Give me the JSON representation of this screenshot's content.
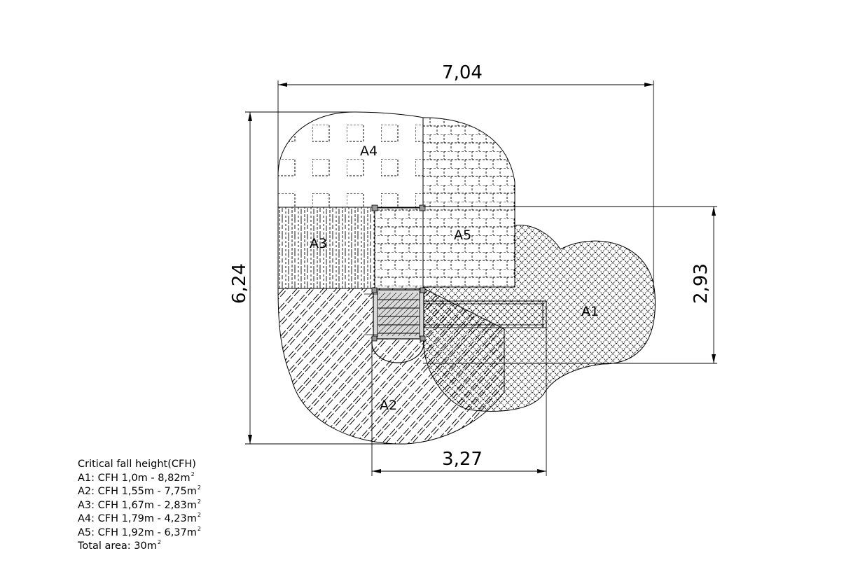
{
  "dimensions": {
    "overall_width": "7,04",
    "overall_depth": "6,24",
    "slide_zone_depth": "2,93",
    "slide_zone_width": "3,27"
  },
  "zones": [
    {
      "id": "A1",
      "label": "A1",
      "pattern": "crosshatch"
    },
    {
      "id": "A2",
      "label": "A2",
      "pattern": "diagonal-dashed"
    },
    {
      "id": "A3",
      "label": "A3",
      "pattern": "vertical-dashed"
    },
    {
      "id": "A4",
      "label": "A4",
      "pattern": "dashed-squares"
    },
    {
      "id": "A5",
      "label": "A5",
      "pattern": "brick"
    }
  ],
  "legend": {
    "title": "Critical fall height(CFH)",
    "rows": [
      {
        "text": "A1: CFH 1,0m - 8,82m",
        "unit_sup": "2"
      },
      {
        "text": "A2: CFH 1,55m - 7,75m",
        "unit_sup": "2"
      },
      {
        "text": "A3: CFH 1,67m - 2,83m",
        "unit_sup": "2"
      },
      {
        "text": "A4: CFH 1,79m - 4,23m",
        "unit_sup": "2"
      },
      {
        "text": "A5: CFH 1,92m - 6,37m",
        "unit_sup": "2"
      }
    ],
    "total": {
      "text": "Total area: 30m",
      "unit_sup": "2"
    }
  },
  "colors": {
    "line": "#000000",
    "background": "#ffffff",
    "step_fill": "#d9d9d9"
  }
}
